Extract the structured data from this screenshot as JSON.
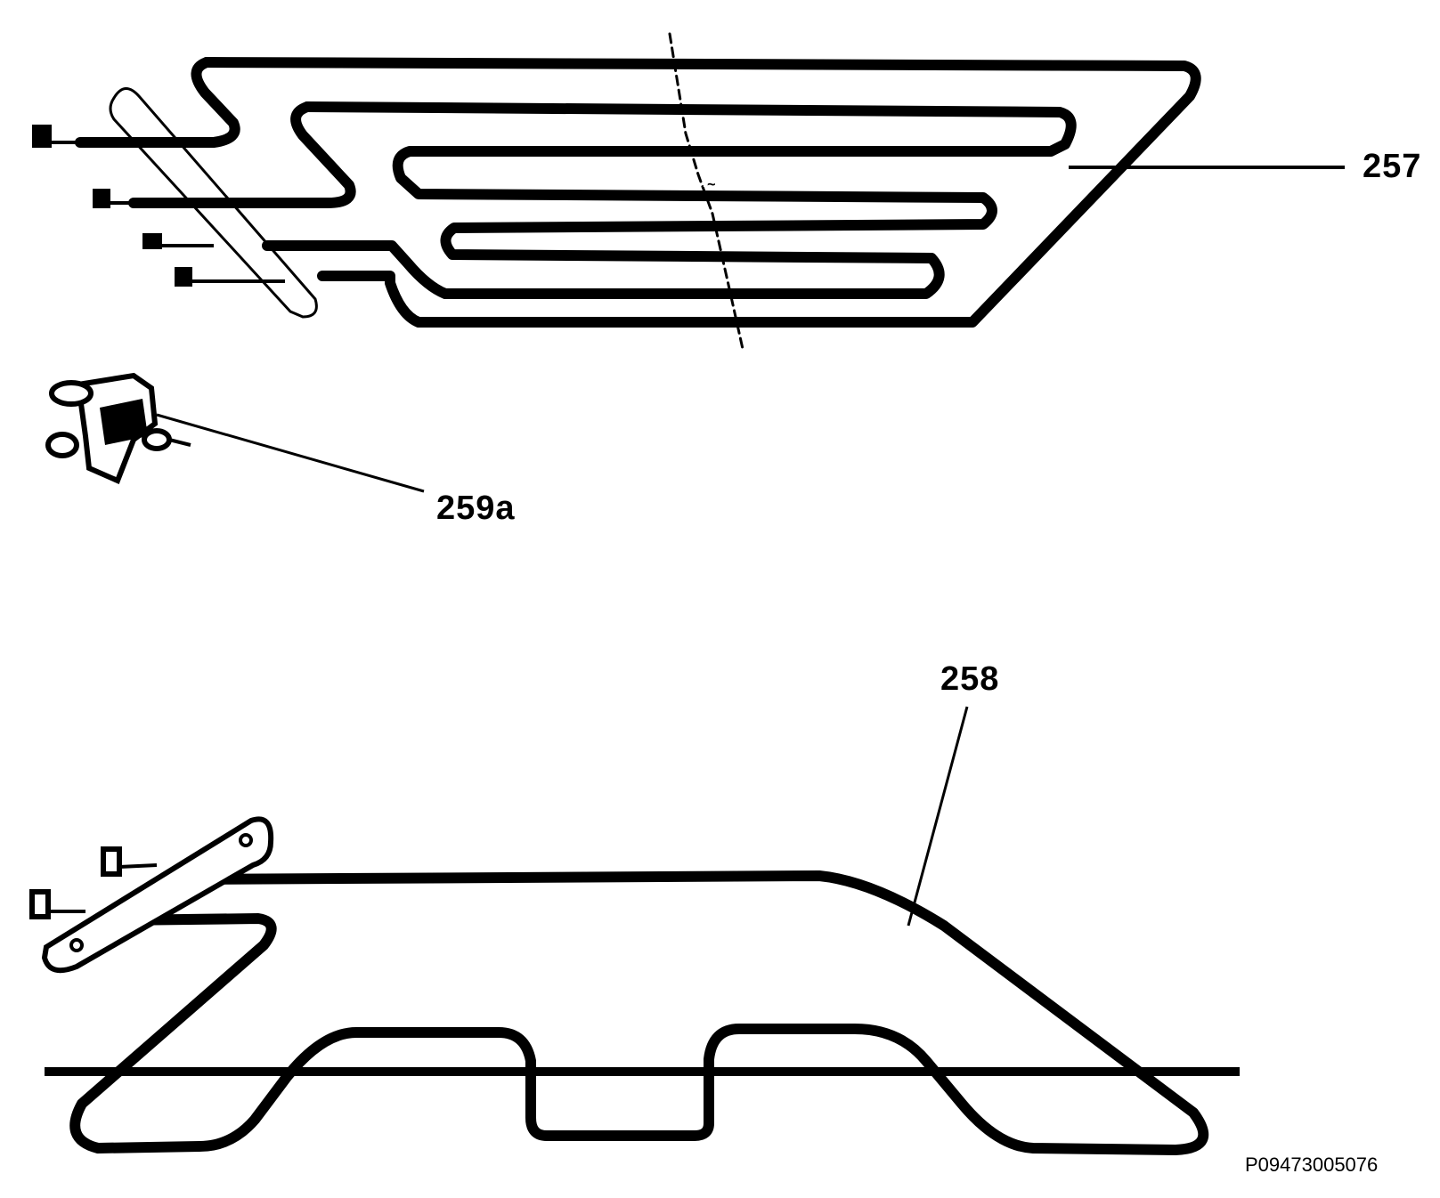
{
  "callouts": {
    "element_257": "257",
    "element_259a": "259a",
    "element_258": "258"
  },
  "drawing_code": "P09473005076",
  "colors": {
    "ink": "#000000",
    "paper": "#ffffff"
  }
}
